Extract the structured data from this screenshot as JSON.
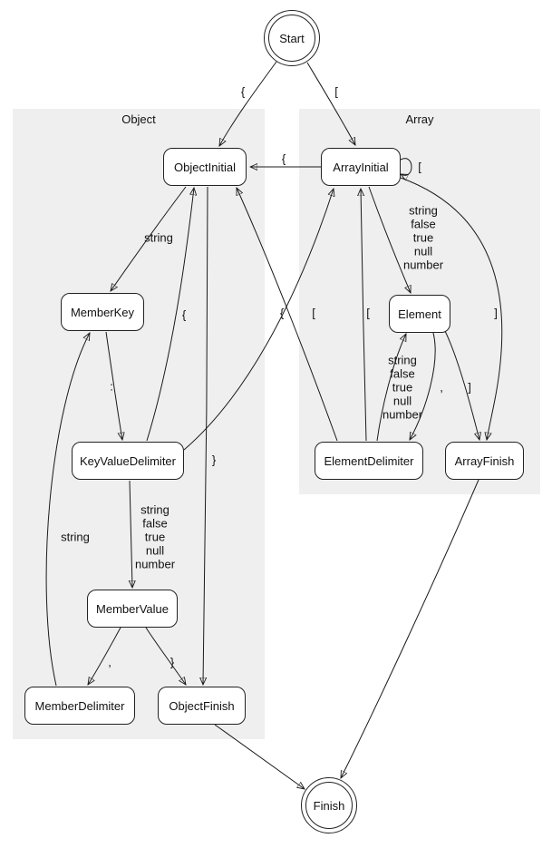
{
  "diagram": {
    "clusters": [
      {
        "label": "Object"
      },
      {
        "label": "Array"
      }
    ],
    "nodes": [
      {
        "id": "start",
        "label": "Start",
        "shape": "double-circle"
      },
      {
        "id": "object-initial",
        "label": "ObjectInitial",
        "shape": "rounded-box"
      },
      {
        "id": "array-initial",
        "label": "ArrayInitial",
        "shape": "rounded-box"
      },
      {
        "id": "member-key",
        "label": "MemberKey",
        "shape": "rounded-box"
      },
      {
        "id": "element",
        "label": "Element",
        "shape": "rounded-box"
      },
      {
        "id": "key-value-delimiter",
        "label": "KeyValueDelimiter",
        "shape": "rounded-box"
      },
      {
        "id": "element-delimiter",
        "label": "ElementDelimiter",
        "shape": "rounded-box"
      },
      {
        "id": "array-finish",
        "label": "ArrayFinish",
        "shape": "rounded-box"
      },
      {
        "id": "member-value",
        "label": "MemberValue",
        "shape": "rounded-box"
      },
      {
        "id": "member-delimiter",
        "label": "MemberDelimiter",
        "shape": "rounded-box"
      },
      {
        "id": "object-finish",
        "label": "ObjectFinish",
        "shape": "rounded-box"
      },
      {
        "id": "finish",
        "label": "Finish",
        "shape": "double-circle"
      }
    ],
    "edges": [
      {
        "from": "Start",
        "to": "ObjectInitial",
        "label": "{"
      },
      {
        "from": "Start",
        "to": "ArrayInitial",
        "label": "["
      },
      {
        "from": "ArrayInitial",
        "to": "ObjectInitial",
        "label": "{"
      },
      {
        "from": "ArrayInitial",
        "to": "ArrayInitial",
        "label": "["
      },
      {
        "from": "ArrayInitial",
        "to": "Element",
        "label": "string\nfalse\ntrue\nnull\nnumber"
      },
      {
        "from": "ArrayInitial",
        "to": "ArrayFinish",
        "label": "]"
      },
      {
        "from": "Element",
        "to": "ElementDelimiter",
        "label": ","
      },
      {
        "from": "Element",
        "to": "ArrayFinish",
        "label": "]"
      },
      {
        "from": "ElementDelimiter",
        "to": "Element",
        "label": "string\nfalse\ntrue\nnull\nnumber"
      },
      {
        "from": "ElementDelimiter",
        "to": "ObjectInitial",
        "label": "{"
      },
      {
        "from": "ElementDelimiter",
        "to": "ArrayInitial",
        "label": "["
      },
      {
        "from": "ObjectInitial",
        "to": "MemberKey",
        "label": "string"
      },
      {
        "from": "ObjectInitial",
        "to": "ObjectFinish",
        "label": "}"
      },
      {
        "from": "MemberKey",
        "to": "KeyValueDelimiter",
        "label": ":"
      },
      {
        "from": "KeyValueDelimiter",
        "to": "MemberValue",
        "label": "string\nfalse\ntrue\nnull\nnumber"
      },
      {
        "from": "KeyValueDelimiter",
        "to": "ObjectInitial",
        "label": "{"
      },
      {
        "from": "KeyValueDelimiter",
        "to": "ArrayInitial",
        "label": "["
      },
      {
        "from": "MemberValue",
        "to": "MemberDelimiter",
        "label": ","
      },
      {
        "from": "MemberValue",
        "to": "ObjectFinish",
        "label": "}"
      },
      {
        "from": "MemberDelimiter",
        "to": "MemberKey",
        "label": "string"
      },
      {
        "from": "ObjectFinish",
        "to": "Finish",
        "label": ""
      },
      {
        "from": "ArrayFinish",
        "to": "Finish",
        "label": ""
      }
    ]
  }
}
